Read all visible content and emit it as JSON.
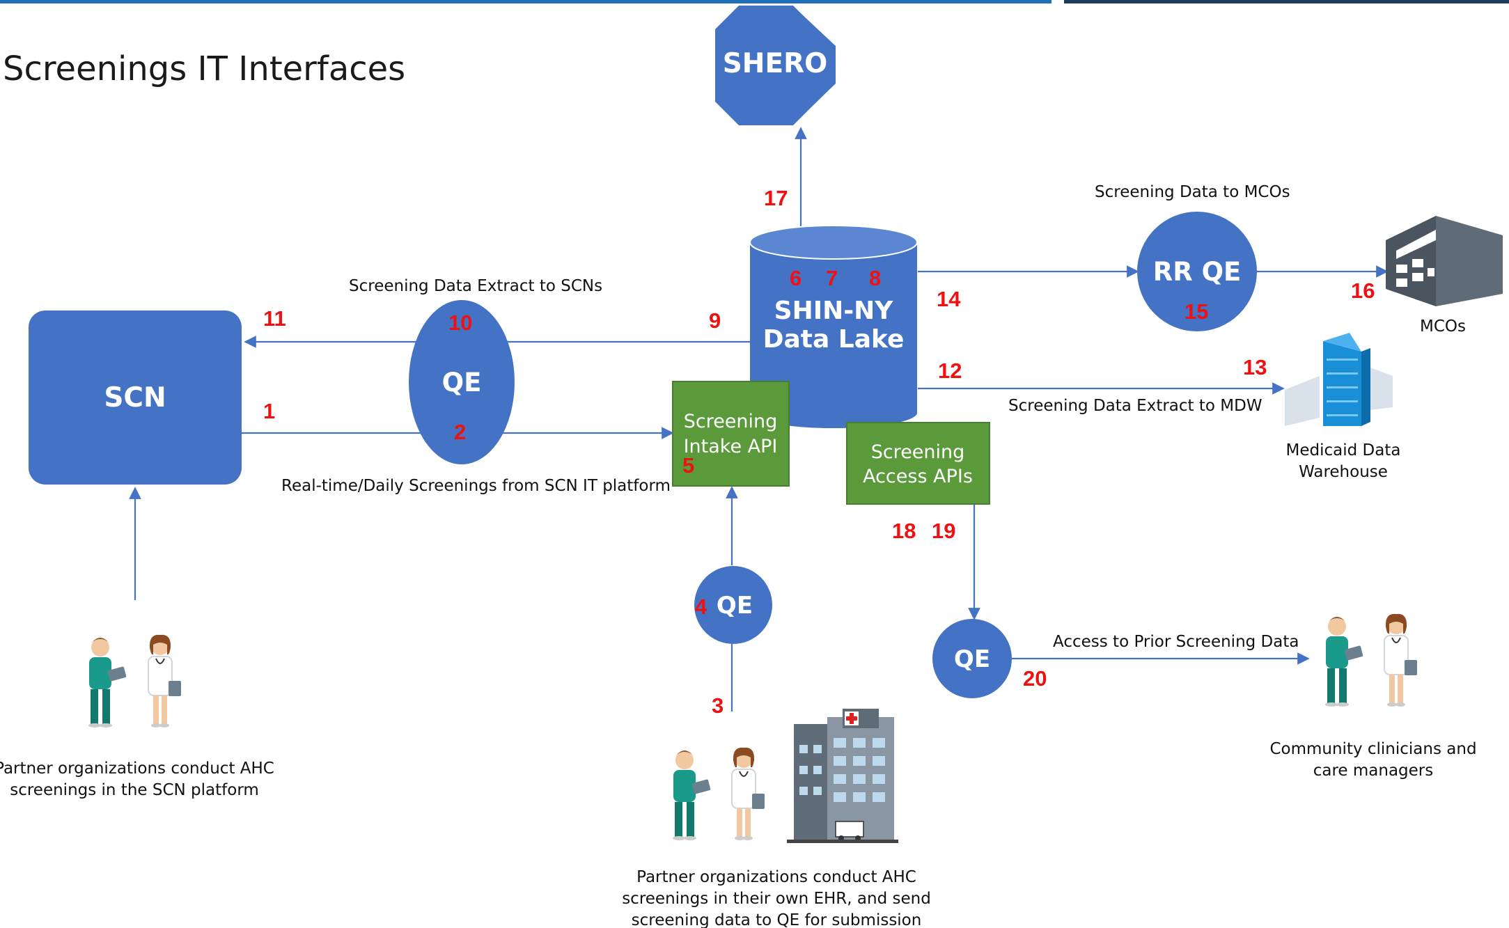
{
  "title": "Screenings IT Interfaces",
  "nodes": {
    "shero": "SHERO",
    "data_lake_line1": "SHIN-NY",
    "data_lake_line2": "Data Lake",
    "scn": "SCN",
    "qe_left": "QE",
    "qe_bottom": "QE",
    "qe_right": "QE",
    "rr_qe": "RR QE",
    "intake_api_line1": "Screening",
    "intake_api_line2": "Intake API",
    "access_api_line1": "Screening",
    "access_api_line2": "Access APIs"
  },
  "labels": {
    "extract_to_scns": "Screening Data Extract to SCNs",
    "realtime_daily": "Real-time/Daily Screenings from SCN IT platform",
    "to_mcos": "Screening Data to MCOs",
    "mcos": "MCOs",
    "extract_to_mdw": "Screening Data Extract to MDW",
    "medicaid_line1": "Medicaid Data",
    "medicaid_line2": "Warehouse",
    "prior_access": "Access to Prior Screening Data",
    "partner_scn_line1": "Partner organizations conduct AHC",
    "partner_scn_line2": "screenings in the SCN platform",
    "partner_ehr_line1": "Partner organizations conduct AHC",
    "partner_ehr_line2": "screenings in their own EHR, and send",
    "partner_ehr_line3": "screening data to QE for submission",
    "community_line1": "Community clinicians and",
    "community_line2": "care managers"
  },
  "numbers": {
    "n1": "1",
    "n2": "2",
    "n3": "3",
    "n4": "4",
    "n5": "5",
    "n6": "6",
    "n7": "7",
    "n8": "8",
    "n9": "9",
    "n10": "10",
    "n11": "11",
    "n12": "12",
    "n13": "13",
    "n14": "14",
    "n15": "15",
    "n16": "16",
    "n17": "17",
    "n18": "18",
    "n19": "19",
    "n20": "20"
  },
  "colors": {
    "node_blue": "#4472c4",
    "api_green": "#5a9a3a",
    "number_red": "#ee1111",
    "header_left": "#1f6fb8",
    "header_right": "#1f3a5c"
  },
  "icons": [
    "people-icon",
    "hospital-icon",
    "office-building-icon",
    "skyscraper-icon"
  ]
}
